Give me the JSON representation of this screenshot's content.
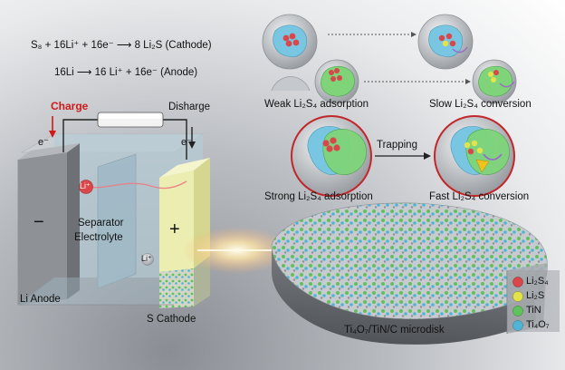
{
  "equations": {
    "cathode": "S₈ + 16Li⁺ + 16e⁻ ⟶ 8 Li₂S (Cathode)",
    "anode": "16Li ⟶ 16 Li⁺ + 16e⁻ (Anode)"
  },
  "battery": {
    "charge": "Charge",
    "discharge": "Disharge",
    "electron_left": "e⁻",
    "electron_right": "e⁻",
    "minus": "−",
    "plus": "+",
    "li_ion": "Li⁺",
    "separator": "Separator",
    "electrolyte": "Electrolyte",
    "li_anode": "Li Anode",
    "s_cathode": "S Cathode"
  },
  "panels": {
    "weak": "Weak Li₂S₄ adsorption",
    "slow": "Slow Li₂S₄ conversion",
    "strong": "Strong Li₂S₄ adsorption",
    "fast": "Fast Li₂S₄ conversion",
    "trapping": "Trapping"
  },
  "microdisk": "Ti₄O₇/TiN/C microdisk",
  "legend": [
    {
      "label": "Li₂S₄",
      "color": "#d9474a"
    },
    {
      "label": "Li₂S",
      "color": "#e4e34a"
    },
    {
      "label": "TiN",
      "color": "#5fc25a"
    },
    {
      "label": "Ti₄O₇",
      "color": "#4fb5d6"
    }
  ],
  "colors": {
    "red_outline": "#c0282b",
    "cathode_yellow": "#ecedb0",
    "anode_gray": "#8e9297",
    "electrolyte_blue": "#a9c8d6"
  }
}
